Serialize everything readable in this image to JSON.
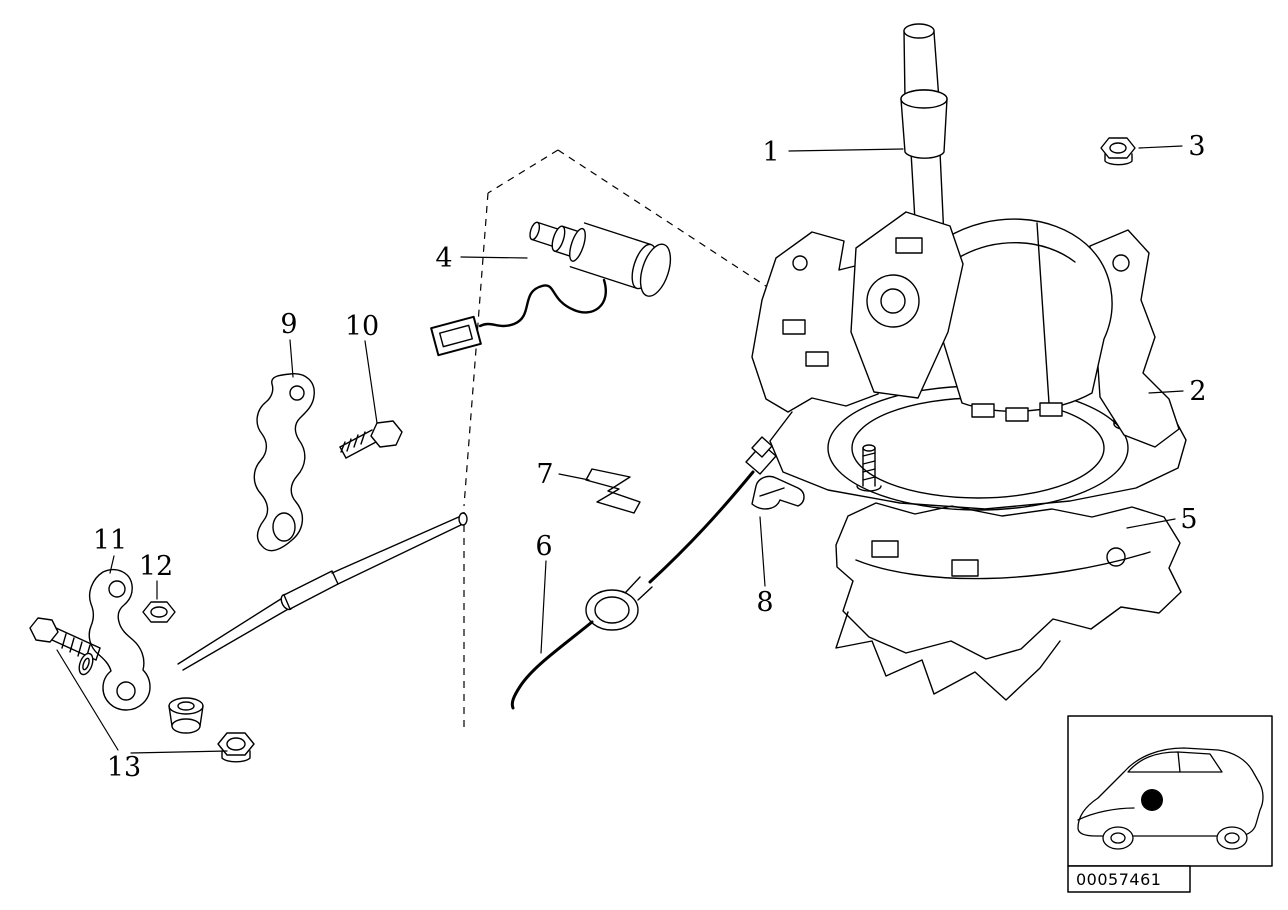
{
  "colors": {
    "line": "#000000",
    "background": "#ffffff"
  },
  "callouts": {
    "c1": "1",
    "c2": "2",
    "c3": "3",
    "c4": "4",
    "c5": "5",
    "c6": "6",
    "c7": "7",
    "c8": "8",
    "c9": "9",
    "c10": "10",
    "c11": "11",
    "c12": "12",
    "c13": "13"
  },
  "footer": {
    "part_number": "00057461"
  }
}
